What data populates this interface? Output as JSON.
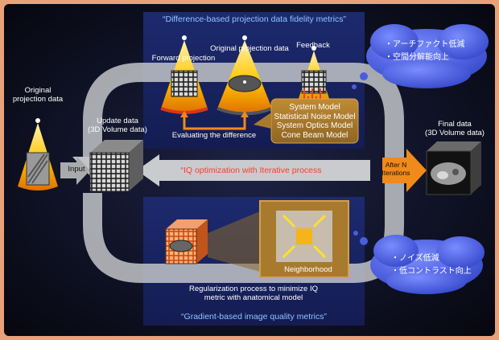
{
  "top_title": "“Difference-based projection data fidelity metrics”",
  "bottom_title": "“Gradient-based image quality metrics”",
  "labels": {
    "original_left": "Original\nprojection data",
    "update_data": "Update data\n(3D Volume data)",
    "forward": "Forward projection",
    "original_top": "Original projection data",
    "feedback": "Feedback",
    "evaluating": "Evaluating the difference",
    "input": "Input",
    "iq_opt": "“IQ optimization with Iterative process",
    "after_n": "After N\nIterations",
    "final_data": "Final data\n(3D Volume data)",
    "neighborhood": "Neighborhood",
    "regularization": "Regularization process to minimize IQ\nmetric with anatomical model"
  },
  "models": [
    "System Model",
    "Statistical Noise Model",
    "System Optics Model",
    "Cone Beam Model"
  ],
  "cloud_top": [
    "・アーチファクト低減",
    "・空間分解能向上"
  ],
  "cloud_bottom": [
    "・ノイズ低減",
    "・低コントラスト向上"
  ],
  "colors": {
    "frame": "#e8a27a",
    "background": "#0a0c1c",
    "panel": "#16205a",
    "loop": "#c2c4c8",
    "title_blue": "#8ec6ff",
    "red_text": "#ff3b2a",
    "model_box": "#a9792c",
    "orange_arrow": "#f08a1a",
    "cone_yellow": "#ffc600",
    "cloud": "#4a5de0"
  }
}
